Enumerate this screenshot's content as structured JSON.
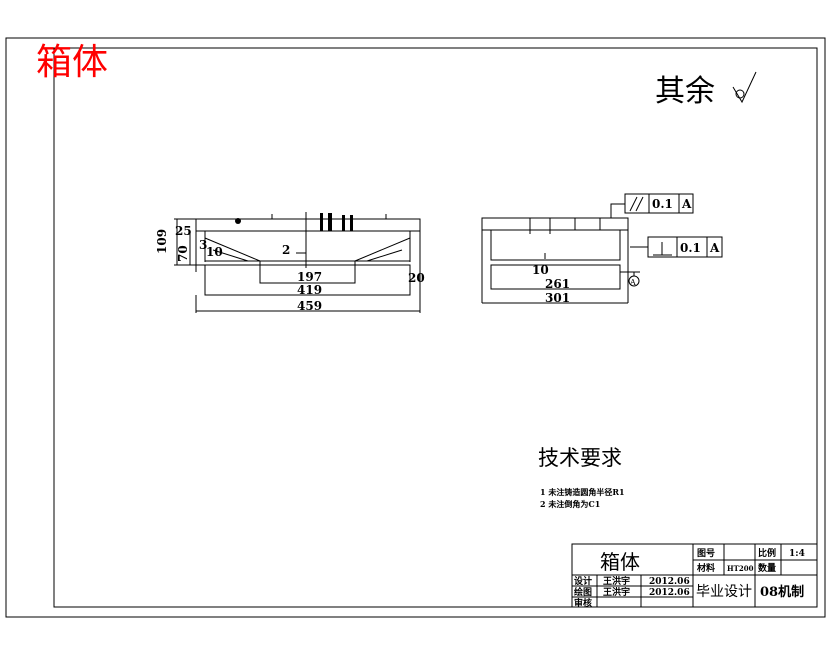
{
  "corner_title": "箱体",
  "corner_title_color": "#ff0000",
  "roughness_note": "其余",
  "front_view": {
    "dims": [
      "109",
      "25",
      "70",
      "3",
      "10",
      "2",
      "197",
      "419",
      "459",
      "20"
    ]
  },
  "side_view": {
    "dims": [
      "10",
      "261",
      "301"
    ],
    "tolerance_parallel": {
      "symbol": "//",
      "value": "0.1",
      "datum": "A"
    },
    "tolerance_perpendicular": {
      "symbol": "⊥",
      "value": "0.1",
      "datum": "A"
    },
    "datum_label": "A"
  },
  "tech_requirements": {
    "title": "技术要求",
    "items": [
      "1  未注铸造圆角半径R1",
      "2  未注倒角为C1"
    ]
  },
  "title_block": {
    "part_name": "箱体",
    "drawing_no_label": "图号",
    "drawing_no": "",
    "scale_label": "比例",
    "scale": "1:4",
    "material_label": "材料",
    "material": "HT200",
    "quantity_label": "数量",
    "quantity": "",
    "design_label": "设计",
    "designer": "王洪宇",
    "design_date": "2012.06",
    "drawn_label": "绘图",
    "drawer": "王洪宇",
    "drawn_date": "2012.06",
    "review_label": "审核",
    "project": "毕业设计",
    "class": "08机制"
  }
}
